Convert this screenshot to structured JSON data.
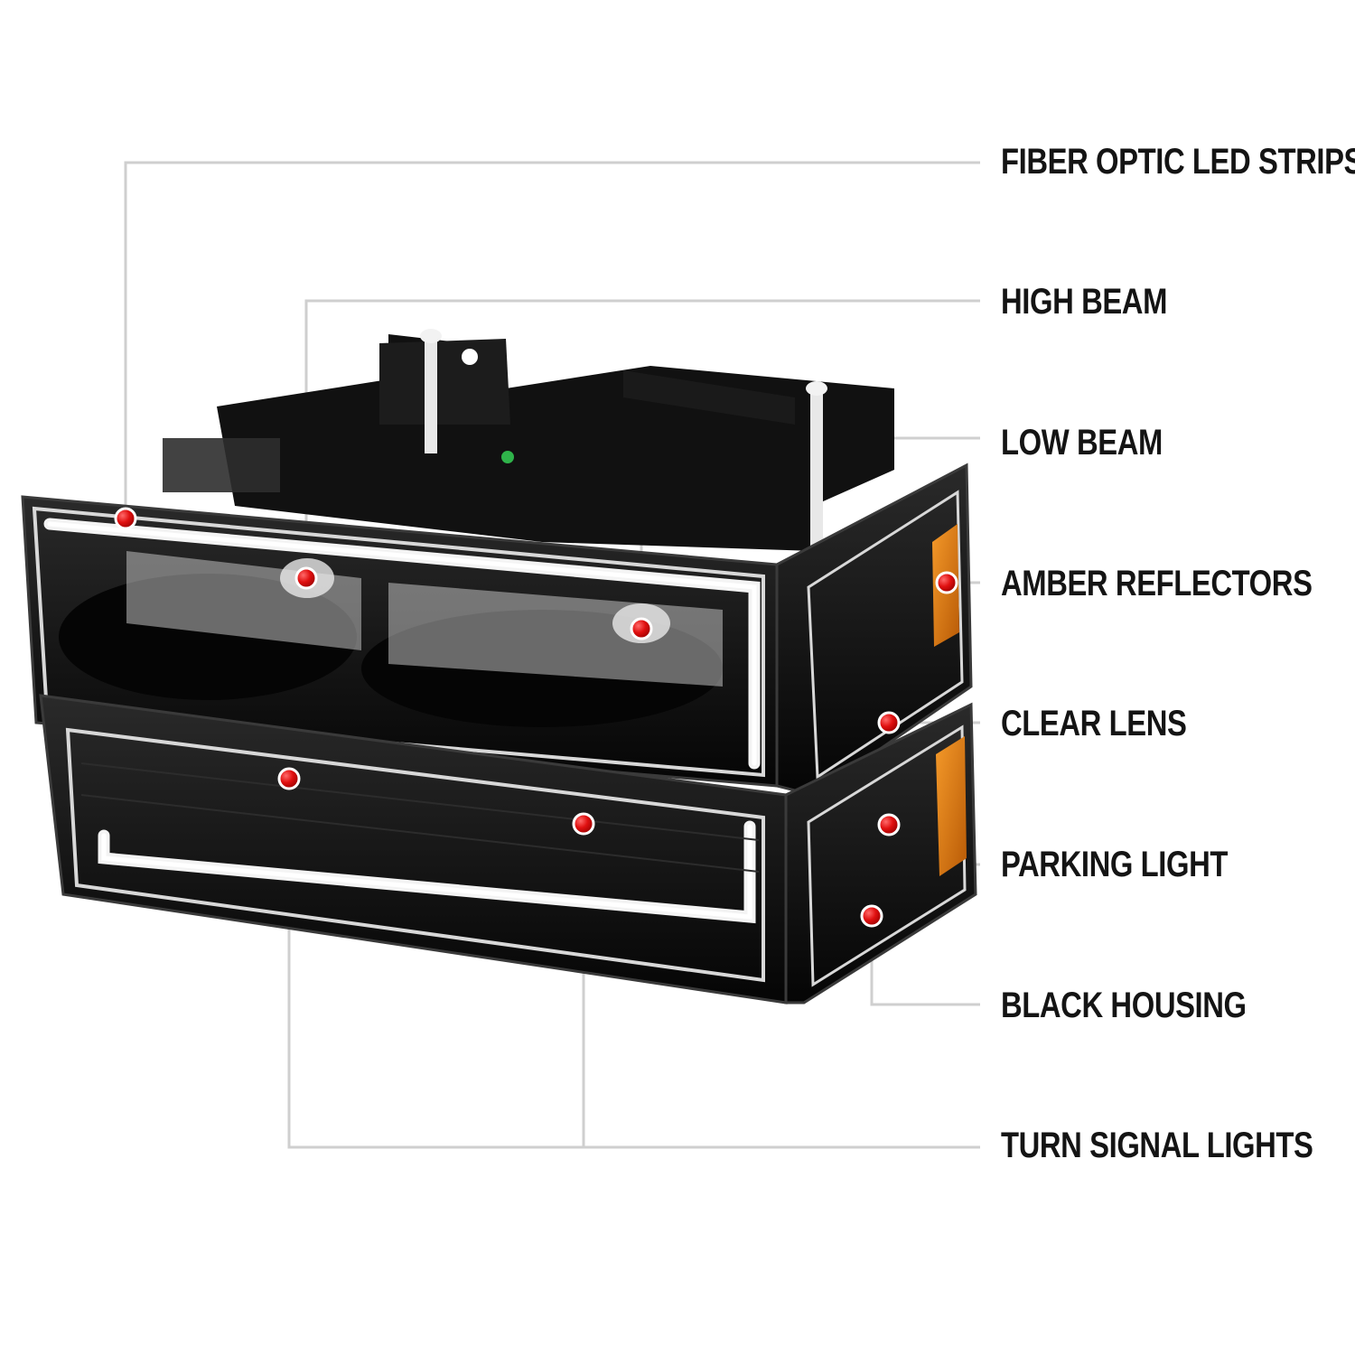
{
  "labels": {
    "fiber_optic": "FIBER OPTIC LED STRIPS",
    "high_beam": "HIGH BEAM",
    "low_beam": "LOW BEAM",
    "amber_reflectors": "AMBER REFLECTORS",
    "clear_lens": "CLEAR LENS",
    "parking_light": "PARKING LIGHT",
    "black_housing": "BLACK HOUSING",
    "turn_signal": "TURN SIGNAL LIGHTS"
  },
  "colors": {
    "marker": "#d40f14",
    "leader_line": "#cfcfcf",
    "housing": "#0d0d0d",
    "led_strip": "#f2f2f2",
    "amber": "#e07a10"
  }
}
